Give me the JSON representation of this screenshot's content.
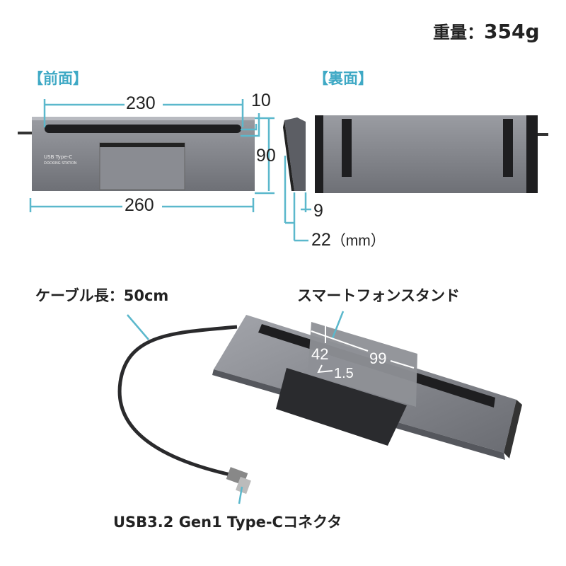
{
  "weight": {
    "label": "重量：",
    "value": "354g"
  },
  "front": {
    "title": "【前面】",
    "dims": {
      "inner_width": "230",
      "edge": "10",
      "height": "90",
      "width": "260"
    },
    "device_text": [
      "USB Type-C",
      "DOCKING STATION"
    ]
  },
  "back": {
    "title": "【裏面】"
  },
  "side": {
    "dims": {
      "lip": "9",
      "depth": "22",
      "unit": "（mm）"
    }
  },
  "callouts": {
    "cable": "ケーブル長：50cm",
    "stand": "スマートフォンスタンド",
    "connector": "USB3.2 Gen1 Type-Cコネクタ"
  },
  "stand_dims": {
    "height": "42",
    "width": "99",
    "thickness": "1.5"
  },
  "colors": {
    "accent": "#5bb8cc",
    "device": "#7d7f86",
    "dark": "#1e1e20"
  }
}
